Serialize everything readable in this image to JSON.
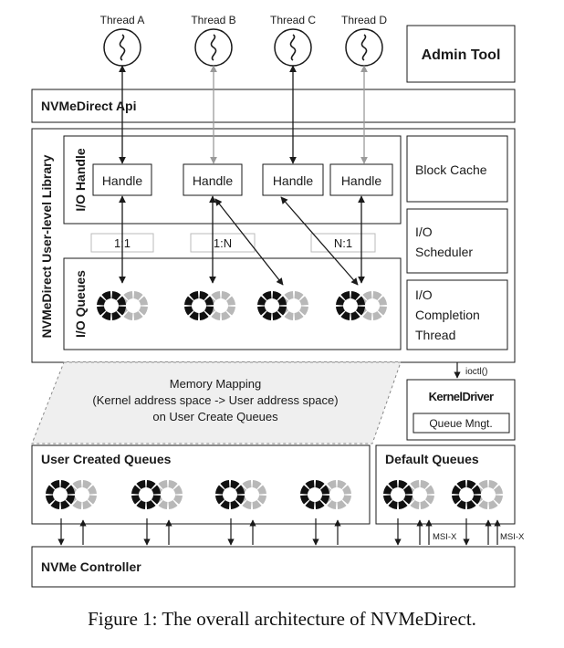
{
  "threads": [
    "Thread A",
    "Thread B",
    "Thread C",
    "Thread D"
  ],
  "admin_tool": "Admin Tool",
  "api": "NVMeDirect Api",
  "library": "NVMeDirect User-level Library",
  "io_handle": "I/O Handle",
  "handle": "Handle",
  "io_queues": "I/O Queues",
  "ratios": [
    "1:1",
    "1:N",
    "N:1"
  ],
  "block_cache": "Block Cache",
  "io_scheduler": [
    "I/O",
    "Scheduler"
  ],
  "io_completion": [
    "I/O",
    "Completion",
    "Thread"
  ],
  "ioctl": "ioctl()",
  "kernel_driver": "KernelDriver",
  "queue_mngt": "Queue Mngt.",
  "memory_mapping": [
    "Memory Mapping",
    "(Kernel address space -> User address space)",
    "on User Create Queues"
  ],
  "user_created_queues": "User Created Queues",
  "default_queues": "Default Queues",
  "msix": "MSI-X",
  "nvme_controller": "NVMe Controller",
  "caption": "Figure 1: The overall architecture of NVMeDirect."
}
